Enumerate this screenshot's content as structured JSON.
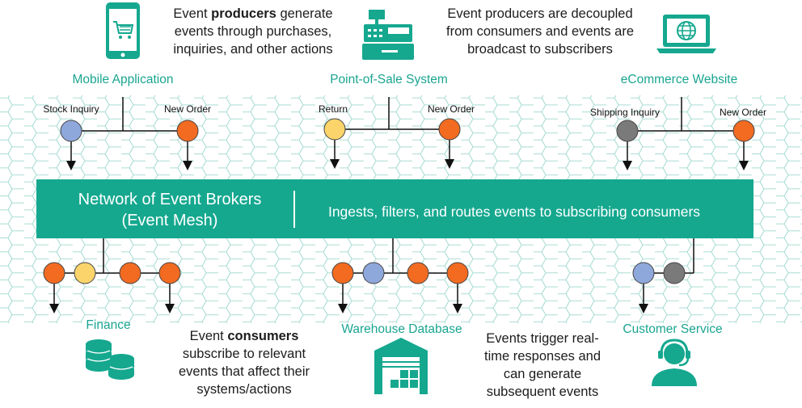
{
  "colors": {
    "teal": "#15a88f",
    "teal_text": "#1aa591",
    "hex_line": "#a9dcd3",
    "blue": "#8fa8dc",
    "orange": "#f26b21",
    "yellow": "#fbd56b",
    "gray": "#7a7a7a"
  },
  "producers": [
    {
      "name": "Mobile Application",
      "icon": "mobile-cart-icon"
    },
    {
      "name": "Point-of-Sale System",
      "icon": "cash-register-icon"
    },
    {
      "name": "eCommerce Website",
      "icon": "laptop-globe-icon"
    }
  ],
  "producer_events": {
    "mobile_left": "Stock Inquiry",
    "mobile_right": "New Order",
    "pos_left": "Return",
    "pos_right": "New Order",
    "ecom_left": "Shipping Inquiry",
    "ecom_right": "New Order"
  },
  "top_blurbs": {
    "left_pre": "Event ",
    "left_bold": "producers",
    "left_post": " generate events through purchases, inquiries, and other actions",
    "right": "Event producers are decoupled from consumers and events are broadcast to subscribers"
  },
  "broker": {
    "title_line1": "Network of Event Brokers",
    "title_line2": "(Event Mesh)",
    "description": "Ingests, filters, and routes events to subscribing consumers"
  },
  "consumers": [
    {
      "name": "Finance",
      "icon": "coins-icon"
    },
    {
      "name": "Warehouse Database",
      "icon": "warehouse-icon"
    },
    {
      "name": "Customer Service",
      "icon": "headset-agent-icon"
    }
  ],
  "bottom_blurbs": {
    "left_pre": "Event ",
    "left_bold": "consumers",
    "left_post": " subscribe to relevant events that affect their systems/actions",
    "right": "Events trigger real-time responses and can generate subsequent events"
  }
}
